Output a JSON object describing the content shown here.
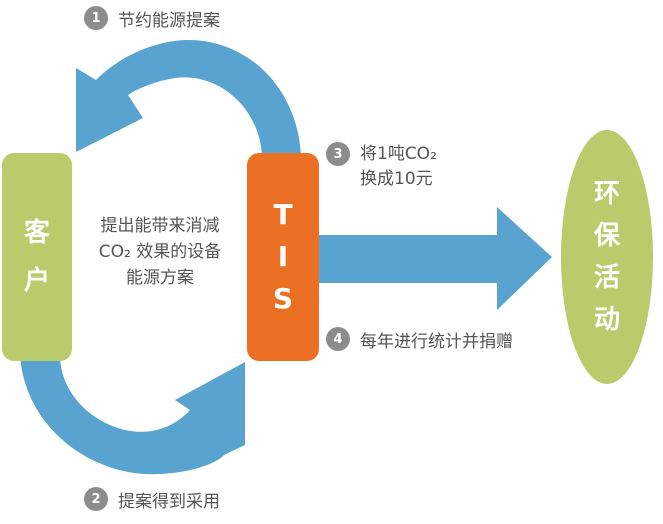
{
  "colors": {
    "arrow": "#59a3d0",
    "client_box": "#b9cb6b",
    "tis_box": "#ec7023",
    "eco_ellipse": "#b9cb6b",
    "badge": "#8c8c8c",
    "text": "#555555"
  },
  "nodes": {
    "client": [
      "客",
      "户"
    ],
    "tis": [
      "T",
      "I",
      "S"
    ],
    "eco": [
      "环",
      "保",
      "活",
      "动"
    ]
  },
  "center_text": [
    "提出能带来消减",
    "CO₂ 效果的设备",
    "能源方案"
  ],
  "steps": [
    {
      "number": "1",
      "lines": [
        "节约能源提案"
      ]
    },
    {
      "number": "2",
      "lines": [
        "提案得到采用"
      ]
    },
    {
      "number": "3",
      "lines": [
        "将1吨CO₂",
        "换成10元"
      ]
    },
    {
      "number": "4",
      "lines": [
        "每年进行统计并捐赠"
      ]
    }
  ]
}
